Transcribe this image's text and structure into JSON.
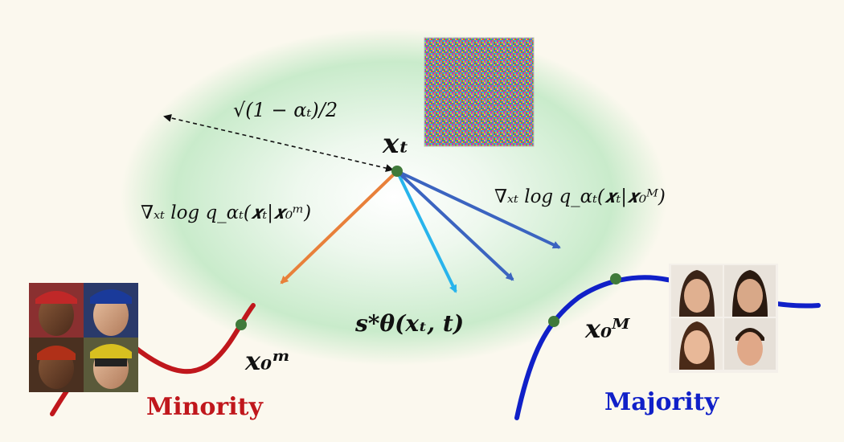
{
  "labels": {
    "noise_scale": "√(1 − αₜ)/2",
    "xt": "𝒙ₜ",
    "grad_minority": "∇ₓₜ log q_αₜ(𝒙ₜ|𝒙₀ᵐ)",
    "grad_majority": "∇ₓₜ log q_αₜ(𝒙ₜ|𝒙₀ᴹ)",
    "score": "𝒔*θ(𝒙ₜ, t)",
    "x0_minority": "𝒙₀ᵐ",
    "x0_majority": "𝒙₀ᴹ",
    "minority": "Minority",
    "majority": "Majority"
  },
  "colors": {
    "minority": "#c0171c",
    "majority": "#1020c8",
    "orange_arrow": "#e8803a",
    "cyan_arrow": "#28b4ec",
    "blue_arrow": "#3b64c0",
    "node": "#3f7a3a",
    "ellipse": "#c8ecc8"
  }
}
